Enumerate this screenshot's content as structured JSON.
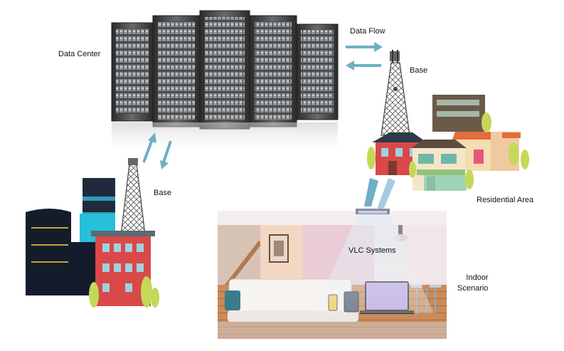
{
  "labels": {
    "data_center": "Data Center",
    "data_flow": "Data Flow",
    "base_top": "Base",
    "base_left": "Base",
    "residential_area": "Residential Area",
    "vlc_systems": "VLC Systems",
    "indoor_line1": "Indoor",
    "indoor_line2": "Scenario"
  },
  "colors": {
    "arrow": "#6fafc4",
    "light_beam": "#cfe3ee",
    "server_body": "#3d3d3d",
    "room_wall": "#e9dde4"
  }
}
